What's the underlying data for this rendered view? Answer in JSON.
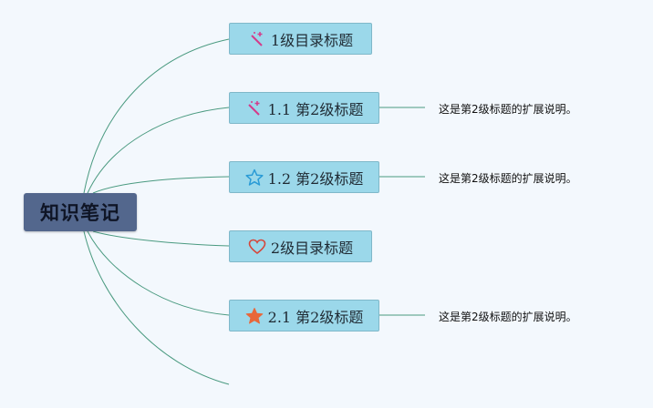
{
  "root": {
    "label": "知识笔记"
  },
  "nodes": [
    {
      "label": "1级目录标题",
      "icon": "magic-wand-icon"
    },
    {
      "label": "1.1 第2级标题",
      "icon": "magic-wand-icon",
      "note": "这是第2级标题的扩展说明。"
    },
    {
      "label": "1.2 第2级标题",
      "icon": "star-outline-icon",
      "note": "这是第2级标题的扩展说明。"
    },
    {
      "label": "2级目录标题",
      "icon": "heart-outline-icon"
    },
    {
      "label": "2.1 第2级标题",
      "icon": "star-filled-icon",
      "note": "这是第2级标题的扩展说明。"
    }
  ],
  "colors": {
    "background": "#f3f8fd",
    "root_fill": "#53678d",
    "node_fill": "#9bd8ea",
    "connector": "#4a9a80",
    "star_outline": "#2a9bd6",
    "star_filled": "#e8673a",
    "heart": "#d6453a",
    "wand": "#d43b8a"
  }
}
